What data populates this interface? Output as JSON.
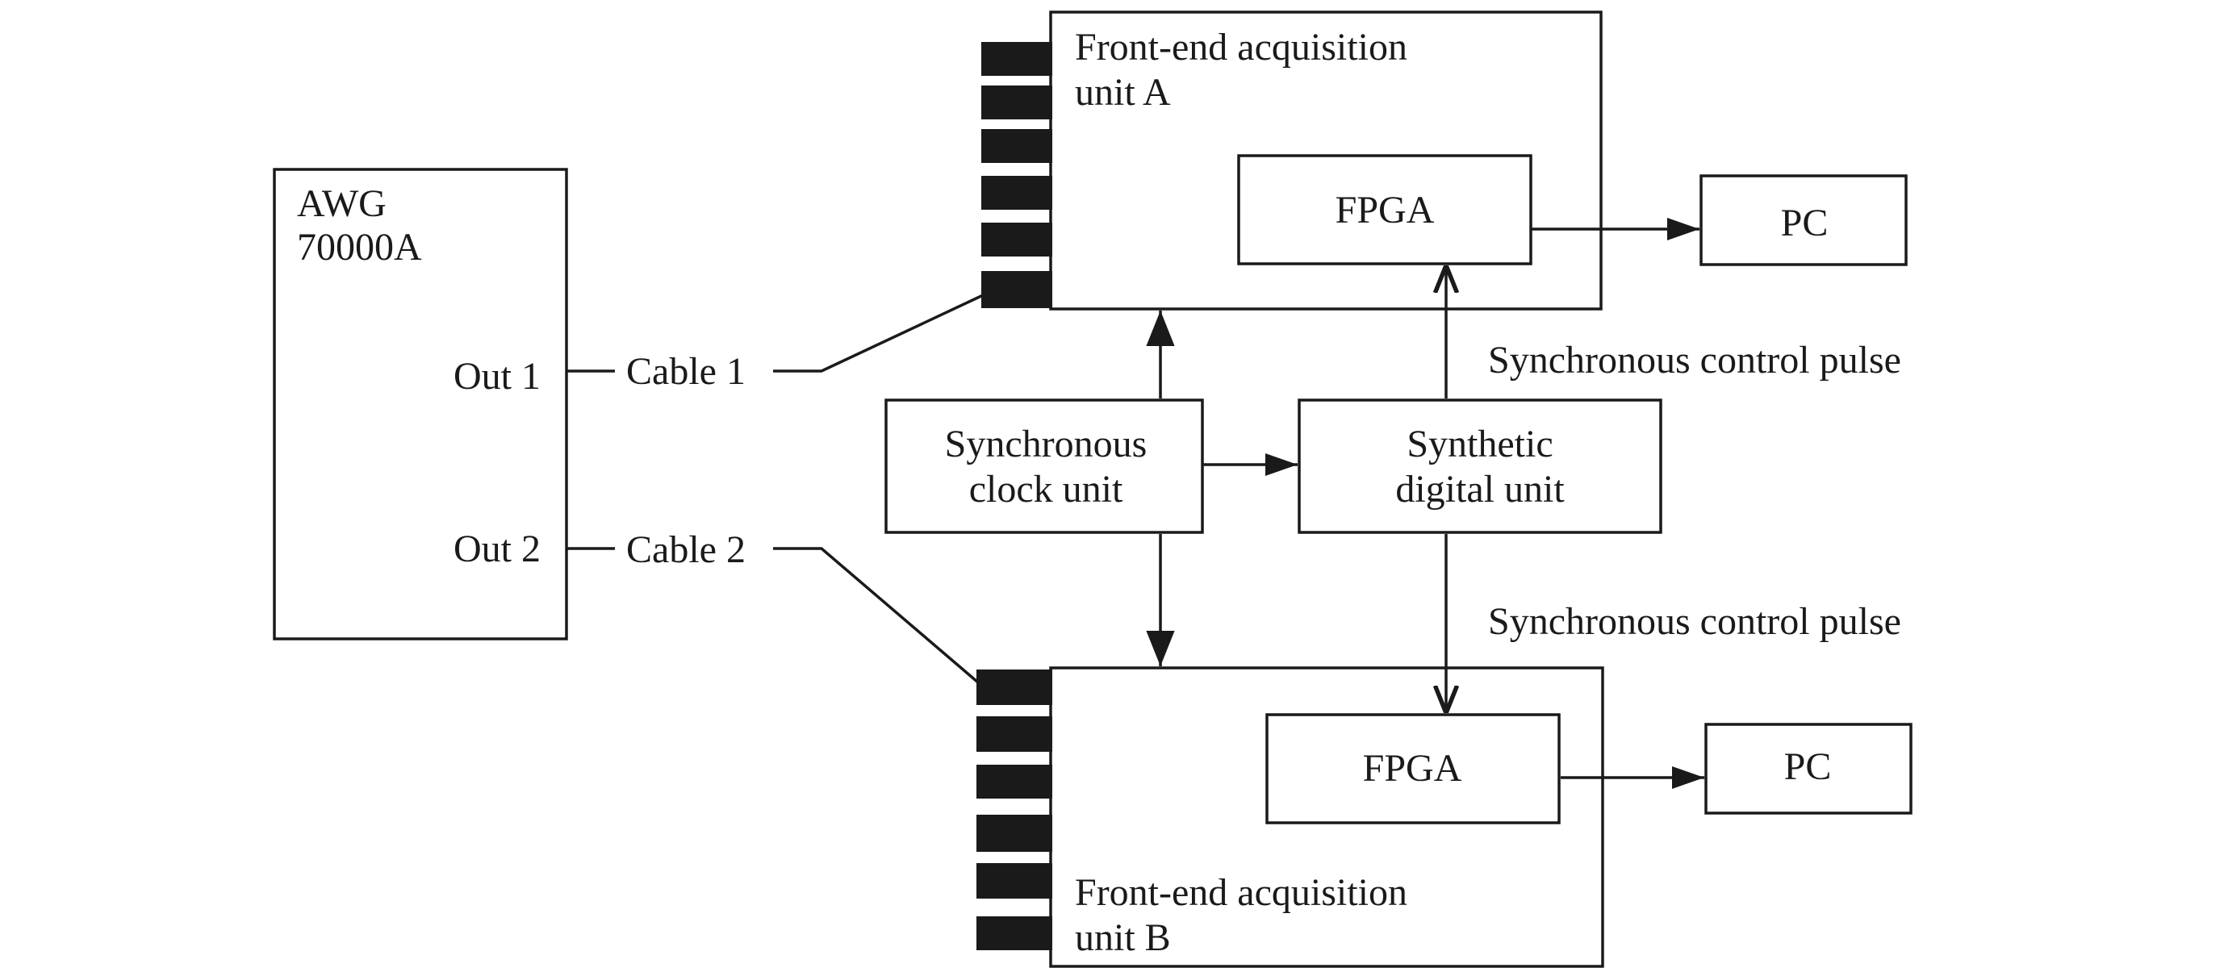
{
  "awg": {
    "title_line1": "AWG",
    "title_line2": "70000A",
    "out1": "Out 1",
    "out2": "Out 2"
  },
  "cables": {
    "cable1": "Cable 1",
    "cable2": "Cable 2"
  },
  "unit_a": {
    "line1": "Front-end acquisition",
    "line2": "unit A",
    "fpga": "FPGA"
  },
  "unit_b": {
    "line1": "Front-end acquisition",
    "line2": "unit B",
    "fpga": "FPGA"
  },
  "pc_a": "PC",
  "pc_b": "PC",
  "sync_clock": {
    "line1": "Synchronous",
    "line2": "clock unit"
  },
  "synthetic": {
    "line1": "Synthetic",
    "line2": "digital unit"
  },
  "pulse_labels": {
    "upper": "Synchronous control pulse",
    "lower": "Synchronous control pulse"
  },
  "colors": {
    "ink": "#1a1a1a",
    "background": "#ffffff"
  }
}
